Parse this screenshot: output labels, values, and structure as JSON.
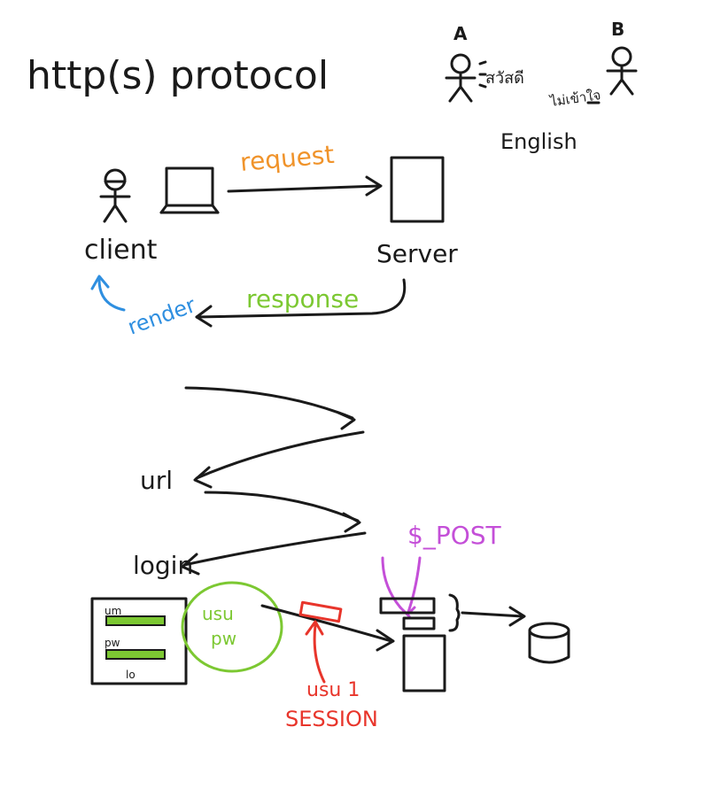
{
  "title": "http(s)   protocol",
  "actors": {
    "a_label": "A",
    "b_label": "B",
    "a_speech": "สวัสดี",
    "b_speech": "ไม่เข้าใจ",
    "language_note": "English"
  },
  "flow_top": {
    "client_label": "client",
    "server_label": "Server",
    "request_label": "request",
    "response_label": "response",
    "render_label": "render"
  },
  "flow_bottom": {
    "url_label": "url",
    "login_label": "login",
    "form_user_label": "um",
    "form_pass_label": "pw",
    "form_button_label": "lo",
    "user_bubble_line1": "usu",
    "user_bubble_line2": "pw",
    "post_label": "$_POST",
    "session_note": "usu 1",
    "session_label": "SESSION"
  },
  "colors": {
    "ink": "#1a1a1a",
    "request": "#f0932a",
    "response": "#7cc832",
    "render": "#2f8fe0",
    "post": "#c44fd8",
    "session": "#e8352b"
  }
}
